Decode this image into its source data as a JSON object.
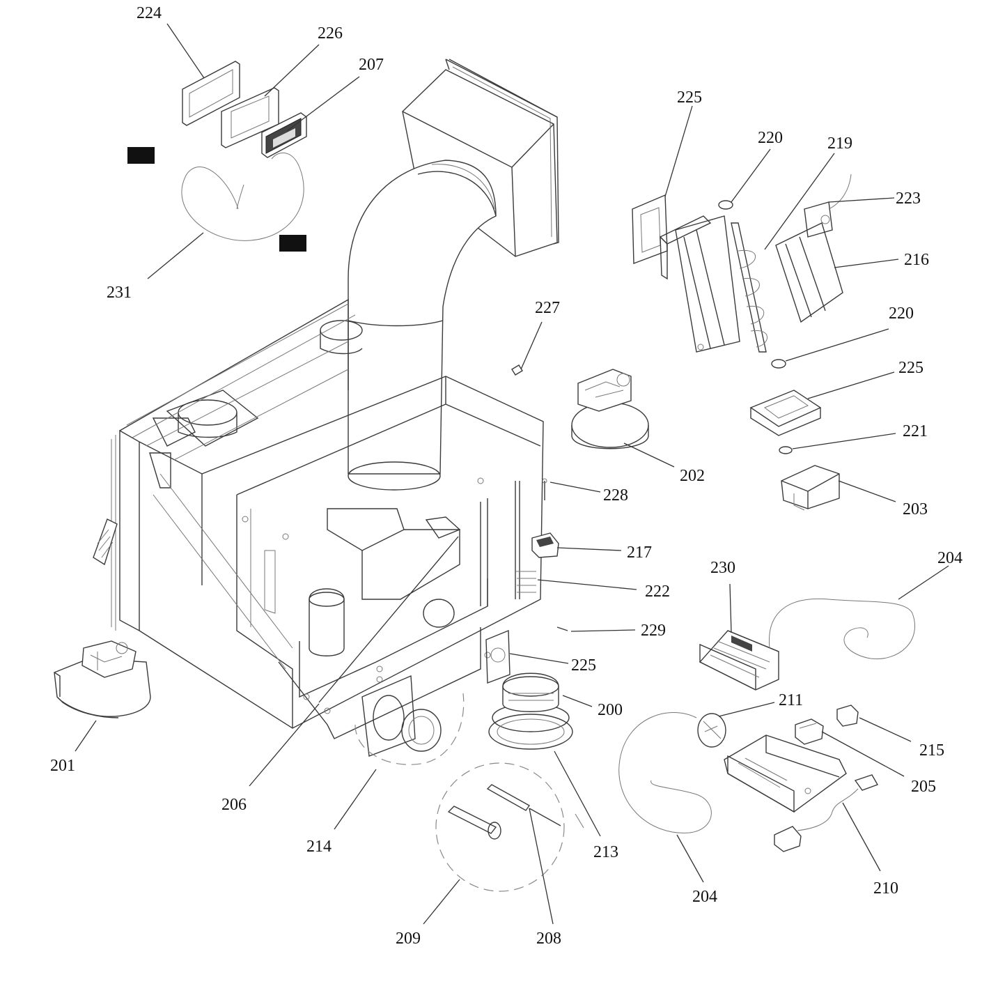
{
  "diagram": {
    "callouts": [
      {
        "id": "224",
        "text": "224"
      },
      {
        "id": "226",
        "text": "226"
      },
      {
        "id": "207",
        "text": "207"
      },
      {
        "id": "231",
        "text": "231"
      },
      {
        "id": "225a",
        "text": "225"
      },
      {
        "id": "220a",
        "text": "220"
      },
      {
        "id": "219",
        "text": "219"
      },
      {
        "id": "223",
        "text": "223"
      },
      {
        "id": "216",
        "text": "216"
      },
      {
        "id": "220b",
        "text": "220"
      },
      {
        "id": "225b",
        "text": "225"
      },
      {
        "id": "227",
        "text": "227"
      },
      {
        "id": "221",
        "text": "221"
      },
      {
        "id": "202",
        "text": "202"
      },
      {
        "id": "203",
        "text": "203"
      },
      {
        "id": "228",
        "text": "228"
      },
      {
        "id": "217",
        "text": "217"
      },
      {
        "id": "204a",
        "text": "204"
      },
      {
        "id": "230",
        "text": "230"
      },
      {
        "id": "222",
        "text": "222"
      },
      {
        "id": "229",
        "text": "229"
      },
      {
        "id": "225c",
        "text": "225"
      },
      {
        "id": "211",
        "text": "211"
      },
      {
        "id": "200",
        "text": "200"
      },
      {
        "id": "215",
        "text": "215"
      },
      {
        "id": "201",
        "text": "201"
      },
      {
        "id": "205",
        "text": "205"
      },
      {
        "id": "206",
        "text": "206"
      },
      {
        "id": "214",
        "text": "214"
      },
      {
        "id": "213",
        "text": "213"
      },
      {
        "id": "210",
        "text": "210"
      },
      {
        "id": "204b",
        "text": "204"
      },
      {
        "id": "209",
        "text": "209"
      },
      {
        "id": "208",
        "text": "208"
      }
    ]
  }
}
